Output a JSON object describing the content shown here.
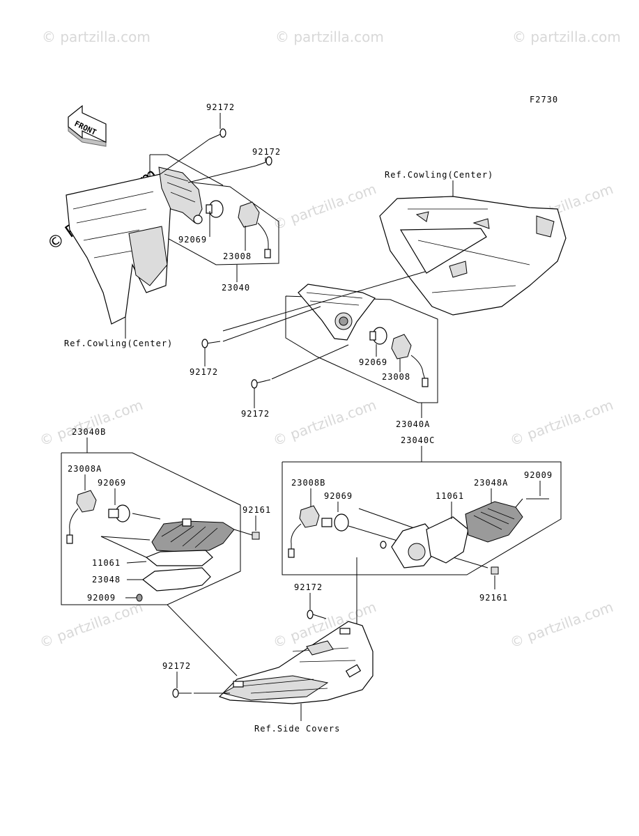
{
  "diagram_code": "F2730",
  "front_label": "FRONT",
  "watermark": "© Partzilla.com",
  "watermark_short": "© partzilla.com",
  "references": {
    "cowling_center_top": "Ref.Cowling(Center)",
    "cowling_center_left": "Ref.Cowling(Center)",
    "side_covers": "Ref.Side Covers"
  },
  "parts": {
    "p1": "92172",
    "p2": "92172",
    "p3": "92069",
    "p4": "23008",
    "p5": "23040",
    "p6": "92172",
    "p7": "92069",
    "p8": "23008",
    "p9": "92172",
    "p10": "23040A",
    "p11": "23040B",
    "p12": "23008A",
    "p13": "92069",
    "p14": "92161",
    "p15": "11061",
    "p16": "23048",
    "p17": "92009",
    "p18": "23040C",
    "p19": "23008B",
    "p20": "92069",
    "p21": "11061",
    "p22": "23048A",
    "p23": "92009",
    "p24": "92161",
    "p25": "92172",
    "p26": "92172"
  }
}
